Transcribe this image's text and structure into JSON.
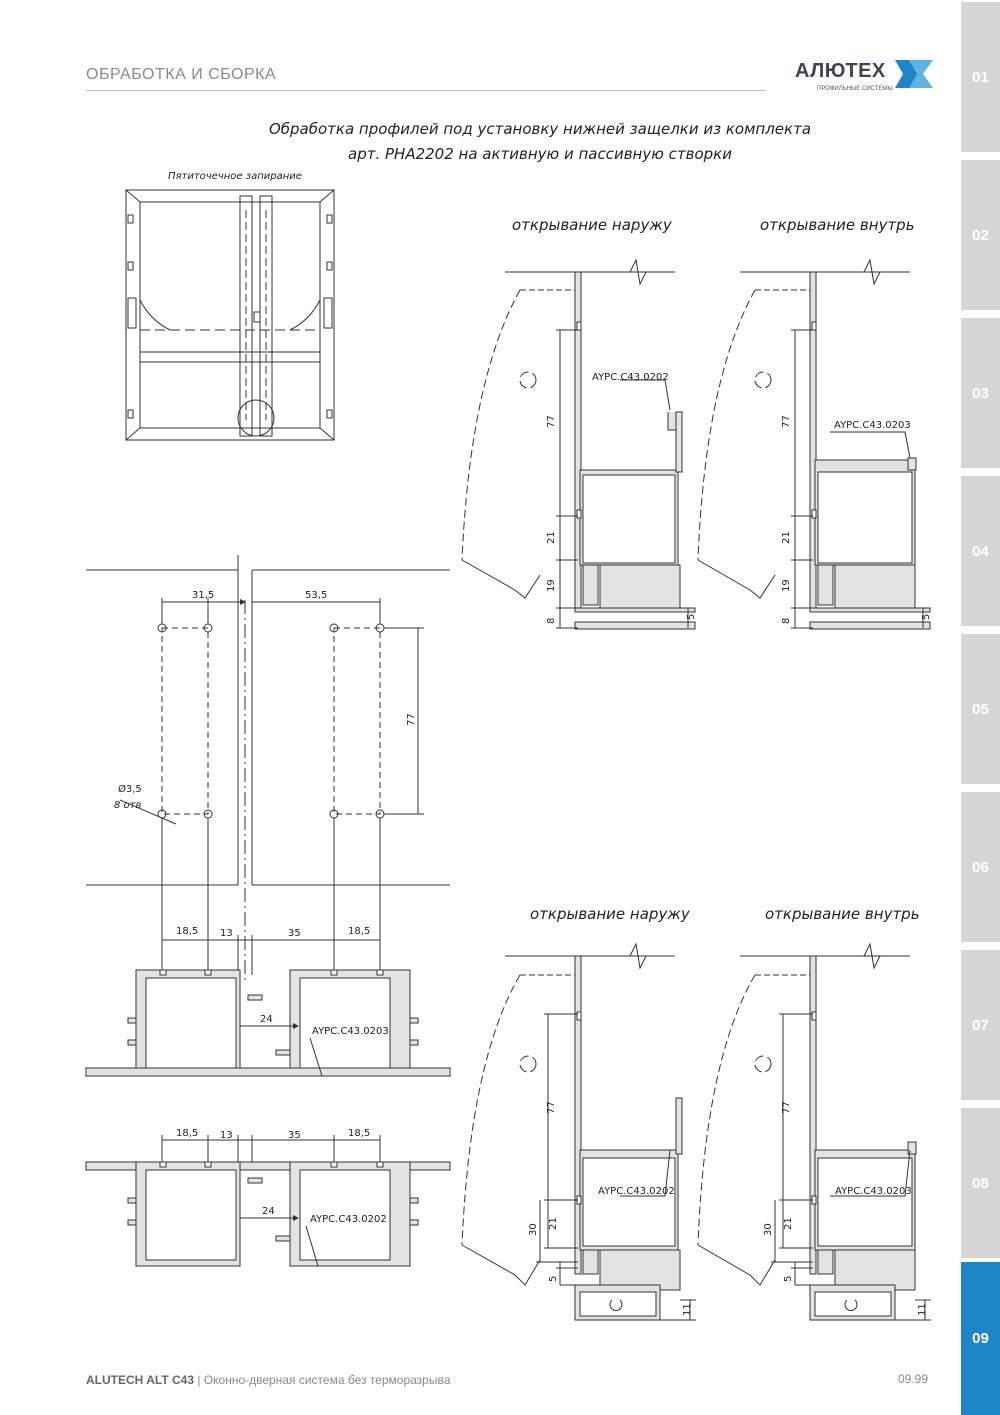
{
  "header": {
    "section_title": "ОБРАБОТКА И СБОРКА",
    "logo_text": "АЛЮТЕХ",
    "logo_subtitle": "ПРОФИЛЬНЫЕ СИСТЕМЫ"
  },
  "tabs": [
    {
      "label": "01",
      "active": false
    },
    {
      "label": "02",
      "active": false
    },
    {
      "label": "03",
      "active": false
    },
    {
      "label": "04",
      "active": false
    },
    {
      "label": "05",
      "active": false
    },
    {
      "label": "06",
      "active": false
    },
    {
      "label": "07",
      "active": false
    },
    {
      "label": "08",
      "active": false
    },
    {
      "label": "09",
      "active": true
    }
  ],
  "title": {
    "line1": "Обработка профилей под установку нижней защелки из комплекта",
    "line2": "арт. PHA2202 на активную и пассивную створки"
  },
  "overview": {
    "caption": "Пятиточечное запирание"
  },
  "top_views": {
    "outward_label": "открывание наружу",
    "inward_label": "открывание внутрь",
    "outward_profile": "AYPC.C43.0202",
    "inward_profile": "AYPC.C43.0203",
    "dims": {
      "d77": "77",
      "d21": "21",
      "d19": "19",
      "d8": "8",
      "d5": "5"
    }
  },
  "bottom_views": {
    "outward_label": "открывание наружу",
    "inward_label": "открывание внутрь",
    "outward_profile": "AYPC.C43.0202",
    "inward_profile": "AYPC.C43.0203",
    "dims": {
      "d77": "77",
      "d21": "21",
      "d30": "30",
      "d5": "5",
      "d11": "11"
    }
  },
  "hole_layout": {
    "dim_left": "31,5",
    "dim_right": "53,5",
    "dim_vertical": "77",
    "hole_label": "Ø3,5",
    "hole_count": "8 отв"
  },
  "sections": {
    "upper": {
      "d1": "18,5",
      "d2": "13",
      "d3": "35",
      "d4": "18,5",
      "gap": "24",
      "profile": "AYPC.C43.0203"
    },
    "lower": {
      "d1": "18,5",
      "d2": "13",
      "d3": "35",
      "d4": "18,5",
      "gap": "24",
      "profile": "AYPC.C43.0202"
    }
  },
  "footer": {
    "brand": "ALUTECH ALT C43",
    "separator": " | ",
    "description": "Оконно-дверная система без терморазрыва",
    "page_number": "09.99"
  },
  "colors": {
    "accent": "#1d86c6",
    "tab_inactive": "#d6d6d6",
    "profile_fill": "#e3e3e3",
    "line": "#333333"
  }
}
